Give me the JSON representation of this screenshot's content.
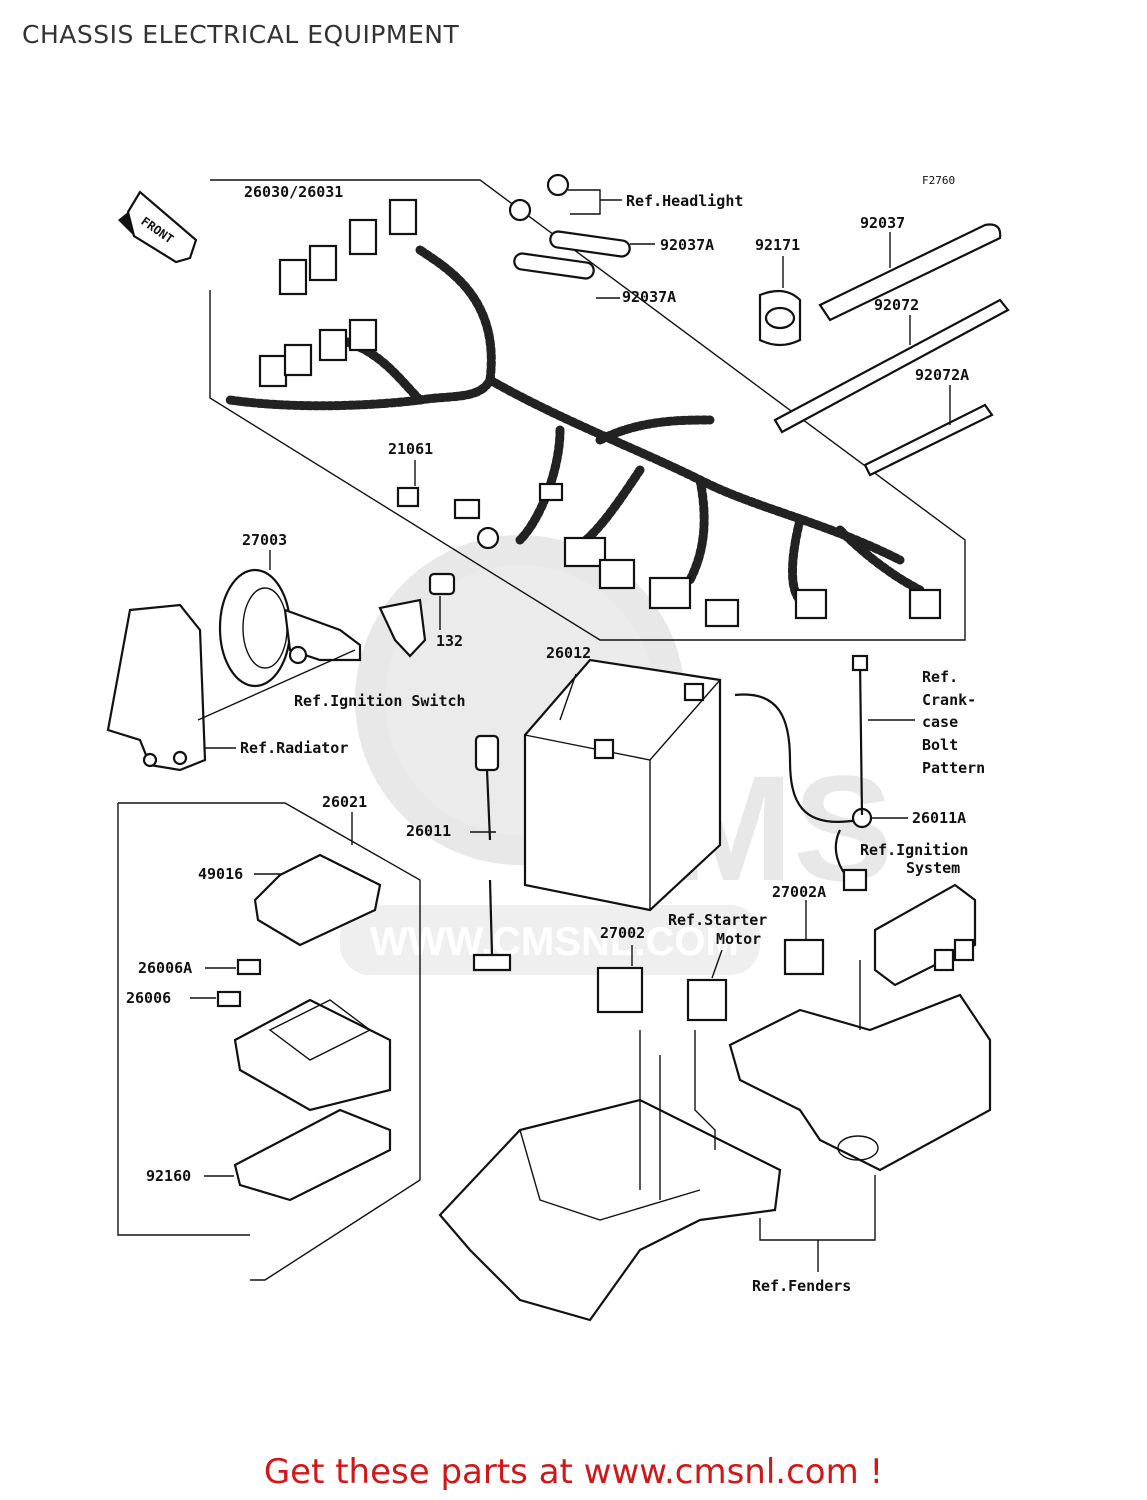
{
  "page": {
    "title": "CHASSIS ELECTRICAL EQUIPMENT",
    "footer": "Get these parts at www.cmsnl.com !"
  },
  "diagram": {
    "figure_code": "F2760",
    "front_label": "FRONT",
    "watermark": {
      "big": "CMS",
      "url": "WWW.CMSNL.COM"
    },
    "part_labels": {
      "p26030": "26030/26031",
      "ref_headlight": "Ref.Headlight",
      "p92037A_a": "92037A",
      "p92037A_b": "92037A",
      "p92171": "92171",
      "p92037": "92037",
      "p92072": "92072",
      "p92072A": "92072A",
      "p21061": "21061",
      "p27003": "27003",
      "p132": "132",
      "ref_ignition_switch": "Ref.Ignition Switch",
      "ref_radiator": "Ref.Radiator",
      "p26012": "26012",
      "ref_crankcase_1": "Ref.",
      "ref_crankcase_2": "Crank-",
      "ref_crankcase_3": "case",
      "ref_crankcase_4": "Bolt",
      "ref_crankcase_5": "Pattern",
      "p26021": "26021",
      "p26011": "26011",
      "p26011A": "26011A",
      "ref_ignition_system_1": "Ref.Ignition",
      "ref_ignition_system_2": "System",
      "p49016": "49016",
      "p27002A": "27002A",
      "ref_starter_motor_1": "Ref.Starter",
      "ref_starter_motor_2": "Motor",
      "p27002": "27002",
      "p26006A": "26006A",
      "p26006": "26006",
      "p92160": "92160",
      "ref_fenders": "Ref.Fenders"
    }
  }
}
